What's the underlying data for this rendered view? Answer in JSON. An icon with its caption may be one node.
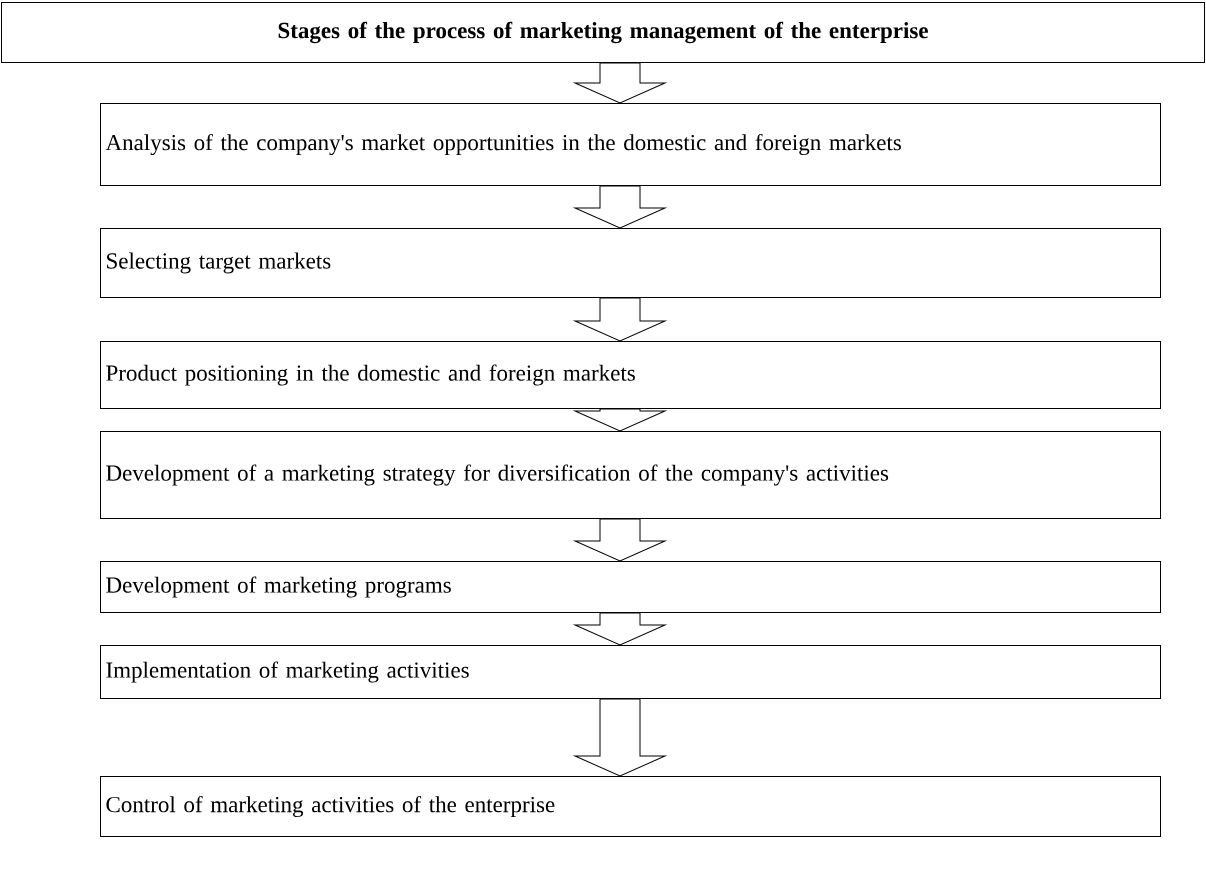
{
  "diagram": {
    "nodes": [
      {
        "text": [
          "Stages of the process of marketing management of the enterprise"
        ]
      },
      {
        "text": [
          "Analysis of the company's market opportunities in the domestic and foreign markets"
        ]
      },
      {
        "text": [
          "Selecting target markets"
        ]
      },
      {
        "text": [
          "Product positioning in the domestic and foreign markets"
        ]
      },
      {
        "text": [
          "Development of a marketing strategy for diversification of the company's activities"
        ]
      },
      {
        "text": [
          "Development of marketing programs"
        ]
      },
      {
        "text": [
          "Implementation of marketing activities"
        ]
      },
      {
        "text": [
          "Control of marketing activities of the enterprise"
        ]
      }
    ],
    "edges": [
      {
        "from": 0,
        "to": 1,
        "arrow": "to"
      },
      {
        "from": 1,
        "to": 2,
        "arrow": "to"
      },
      {
        "from": 2,
        "to": 3,
        "arrow": "to"
      },
      {
        "from": 3,
        "to": 4,
        "arrow": "to"
      },
      {
        "from": 4,
        "to": 5,
        "arrow": "to"
      },
      {
        "from": 5,
        "to": 6,
        "arrow": "to"
      },
      {
        "from": 6,
        "to": 7,
        "arrow": "to"
      }
    ]
  }
}
